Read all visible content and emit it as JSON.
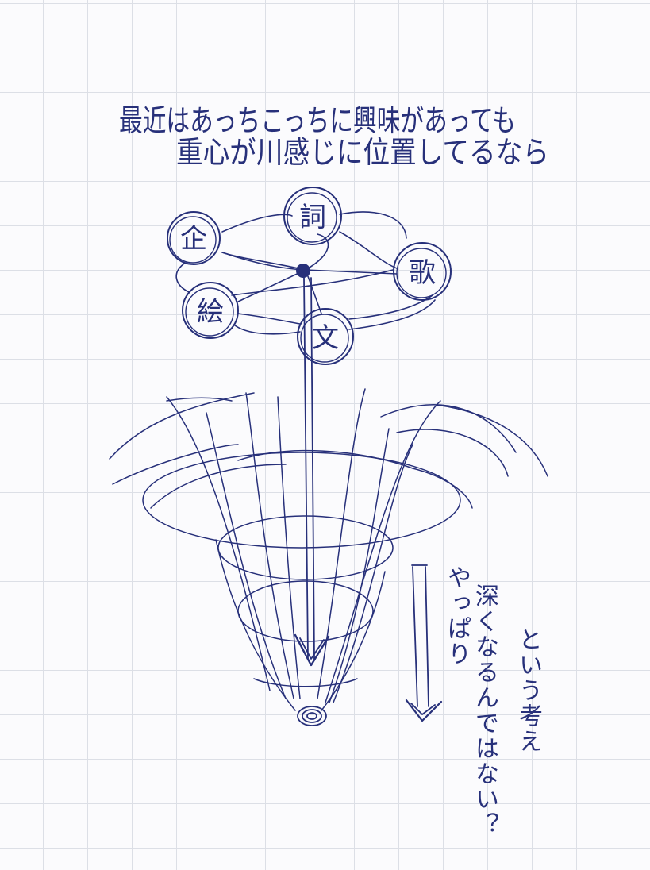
{
  "title_lines": [
    "最近はあっちこっちに興味があっても",
    "重心が川感じに位置してるなら"
  ],
  "nodes": [
    {
      "id": "kikaku",
      "label": "企"
    },
    {
      "id": "shi",
      "label": "詞"
    },
    {
      "id": "uta",
      "label": "歌"
    },
    {
      "id": "e",
      "label": "絵"
    },
    {
      "id": "bun",
      "label": "文"
    }
  ],
  "side_notes": [
    "やっぱり",
    "深くなるんではない？",
    "という考え"
  ],
  "colors": {
    "ink": "#27307a",
    "grid": "#dcdfe6",
    "paper": "#fbfbfd"
  }
}
